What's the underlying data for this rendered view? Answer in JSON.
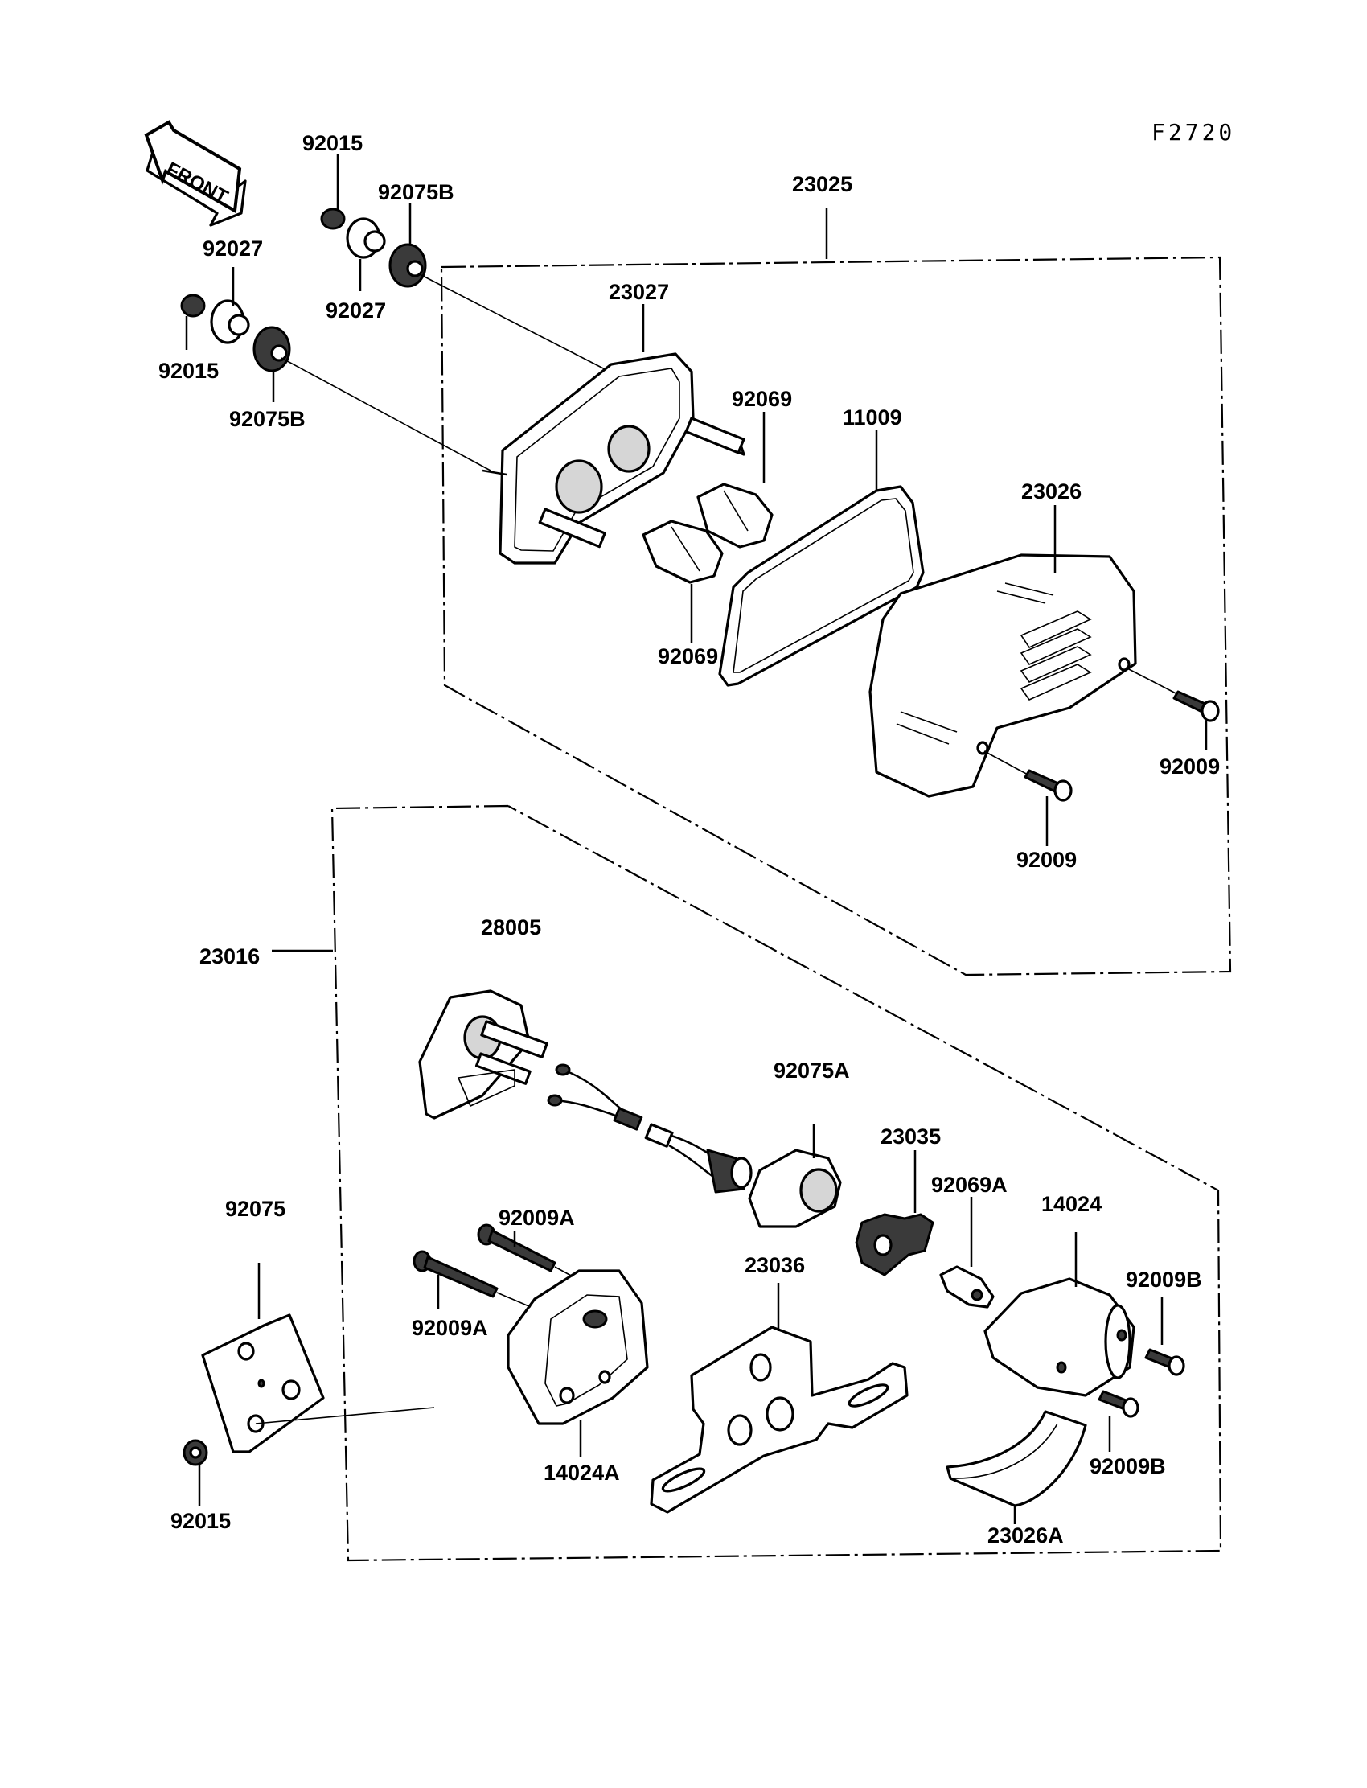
{
  "figure_id": "F2720",
  "front_marker": "FRONT",
  "labels": {
    "l_23025": "23025",
    "l_92015_a": "92015",
    "l_92075b_a": "92075B",
    "l_92027_a": "92027",
    "l_92027_b": "92027",
    "l_92015_b": "92015",
    "l_92075b_b": "92075B",
    "l_23027": "23027",
    "l_92069_a": "92069",
    "l_11009": "11009",
    "l_23026": "23026",
    "l_92069_b": "92069",
    "l_92009_a": "92009",
    "l_92009_b": "92009",
    "l_23016": "23016",
    "l_28005": "28005",
    "l_92075a": "92075A",
    "l_23035": "23035",
    "l_92069a": "92069A",
    "l_14024": "14024",
    "l_92075": "92075",
    "l_92009a_a": "92009A",
    "l_92009a_b": "92009A",
    "l_92009b_a": "92009B",
    "l_23036": "23036",
    "l_92009b_b": "92009B",
    "l_14024a": "14024A",
    "l_23026a": "23026A",
    "l_92015_c": "92015"
  }
}
